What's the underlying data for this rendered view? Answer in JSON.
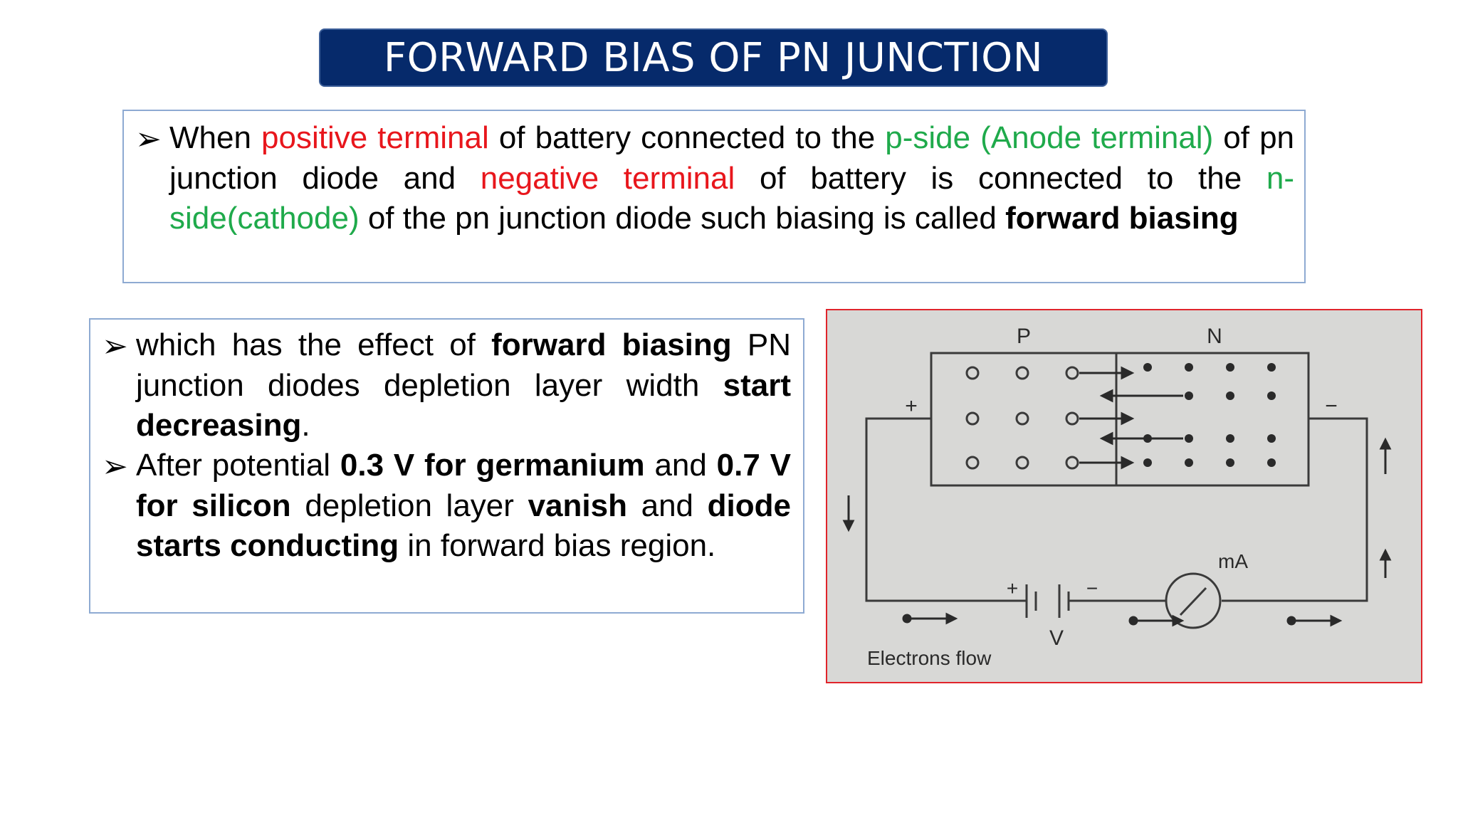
{
  "title": "FORWARD BIAS OF PN JUNCTION",
  "colors": {
    "title_bg": "#062a6b",
    "positive": "#e8161c",
    "side": "#1faa4b",
    "box_border": "#8eaad2",
    "figure_border": "#e0242b"
  },
  "icons": {
    "bullet": "arrowhead-bullet-icon"
  },
  "bullet_glyph": "➢",
  "para1": {
    "s1": "When ",
    "s2": "positive terminal",
    "s3": " of battery connected to the ",
    "s4": "p-side (Anode terminal)",
    "s5": " of pn junction diode and ",
    "s6": "negative terminal",
    "s7": " of battery is connected to the ",
    "s8": "n-side(cathode)",
    "s9": " of the pn junction diode such biasing is called ",
    "s10": "forward biasing"
  },
  "para2": {
    "s1": "which has the effect of ",
    "s2": "forward biasing",
    "s3": " PN junction diodes depletion layer width ",
    "s4": "start decreasing",
    "s5": "."
  },
  "para3": {
    "s1": "After potential ",
    "s2": "0.3 V for germanium",
    "s3": " and ",
    "s4": "0.7 V for silicon",
    "s5": " depletion layer ",
    "s6": "vanish",
    "s7": " and ",
    "s8": "diode starts conducting",
    "s9": " in forward bias region."
  },
  "figure": {
    "label_p": "P",
    "label_n": "N",
    "label_plus": "+",
    "label_minus": "−",
    "battery_plus": "+",
    "battery_minus": "−",
    "battery_label": "V",
    "meter_label": "mA",
    "caption": "Electrons flow"
  }
}
